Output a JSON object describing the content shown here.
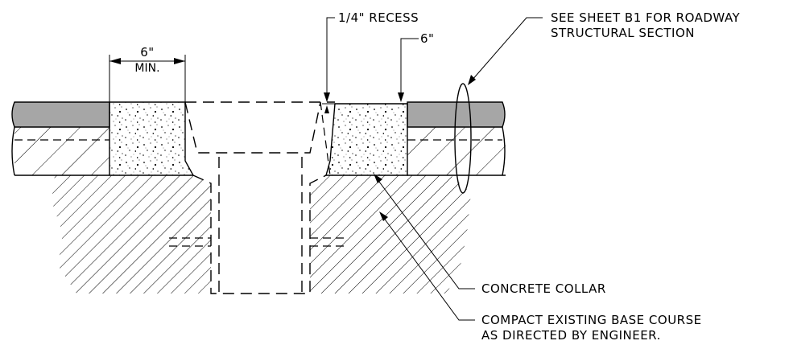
{
  "labels": {
    "width": "6\"",
    "width_min": "MIN.",
    "recess": "1/4\" RECESS",
    "depth": "6\"",
    "see_sheet_line1": "SEE SHEET B1 FOR ROADWAY",
    "see_sheet_line2": "STRUCTURAL SECTION",
    "concrete_collar": "CONCRETE COLLAR",
    "compact_line1": "COMPACT EXISTING BASE COURSE",
    "compact_line2": "AS DIRECTED BY ENGINEER."
  },
  "colors": {
    "pavement": "#a6a6a6",
    "line": "#000000",
    "background": "#ffffff"
  }
}
